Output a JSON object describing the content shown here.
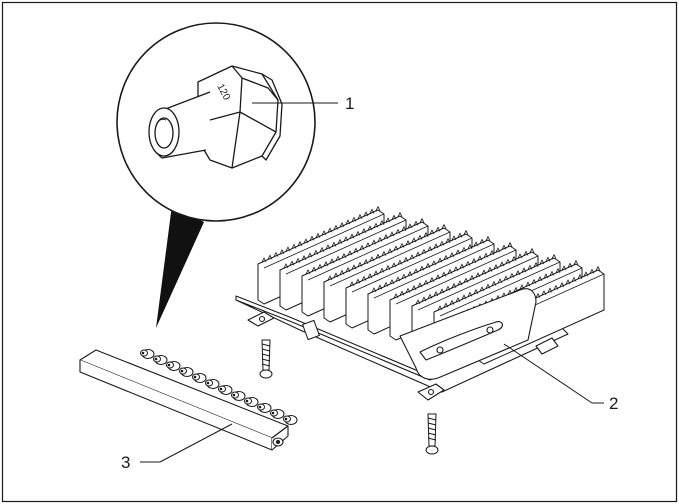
{
  "figure": {
    "nozzle_marking": "120",
    "callouts": [
      {
        "id": "1",
        "label": "1"
      },
      {
        "id": "2",
        "label": "2"
      },
      {
        "id": "3",
        "label": "3"
      }
    ]
  }
}
